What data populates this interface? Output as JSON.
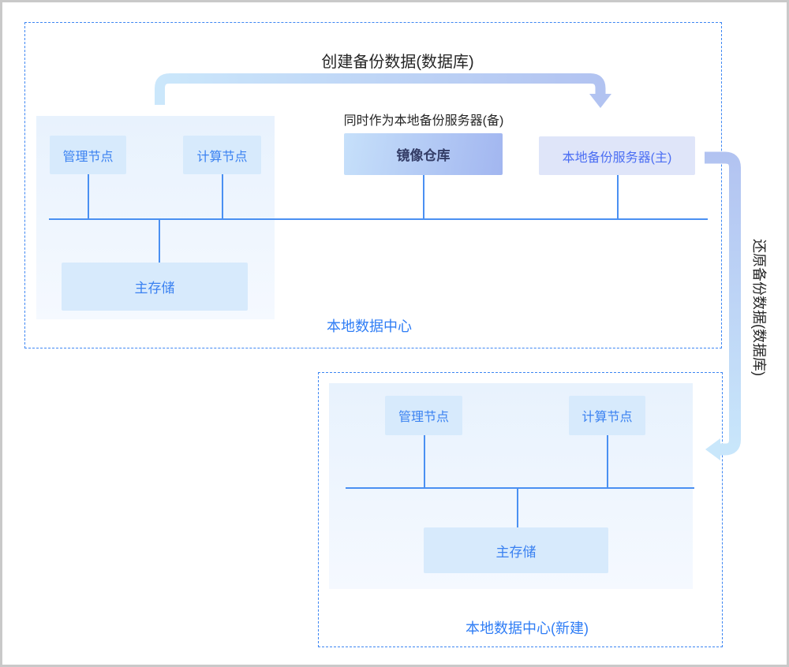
{
  "diagram": {
    "top_flow_label": "创建备份数据(数据库)",
    "side_flow_label": "还原备份数据(数据库)"
  },
  "local_dc": {
    "title": "本地数据中心",
    "note": "同时作为本地备份服务器(备)",
    "nodes": {
      "mgmt": "管理节点",
      "compute": "计算节点",
      "mirror": "镜像仓库",
      "backup_primary": "本地备份服务器(主)",
      "storage": "主存储"
    }
  },
  "new_dc": {
    "title": "本地数据中心(新建)",
    "nodes": {
      "mgmt": "管理节点",
      "compute": "计算节点",
      "storage": "主存储"
    }
  },
  "colors": {
    "accent_blue": "#3b82f1",
    "line_blue": "#4a90f2",
    "dashed_border": "#3d86f3",
    "node_fill": "#d7eafc",
    "mirror_fill_start": "#c6e0fa",
    "mirror_fill_end": "#a2b6f0",
    "mirror_text": "#333c66",
    "backup_fill": "#dfe5f9",
    "backup_text": "#4b6ef3",
    "label_blue": "#2f7df5",
    "arrow_light_blue": "#c9e7fb",
    "arrow_periwinkle": "#b2c3f1",
    "frame_gray": "#c9c9c9"
  }
}
